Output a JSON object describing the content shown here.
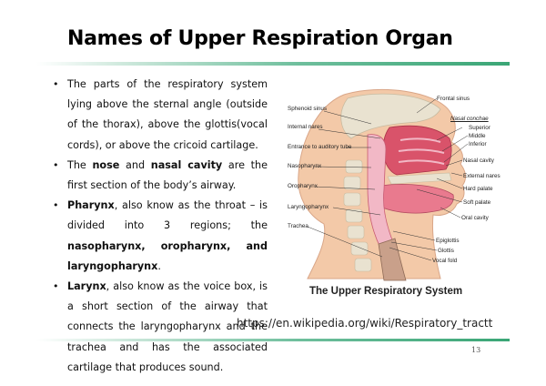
{
  "slide": {
    "title": "Names of Upper Respiration Organ",
    "page_number": "13",
    "source_url": "https://en.wikipedia.org/wiki/Respiratory_tractt"
  },
  "bullets": [
    {
      "parts": [
        {
          "t": "The parts of the respiratory system lying above the sternal angle (outside of the thorax), above the glottis(vocal cords), or above the cricoid cartilage.",
          "b": false
        }
      ]
    },
    {
      "parts": [
        {
          "t": "The ",
          "b": false
        },
        {
          "t": "nose",
          "b": true
        },
        {
          "t": " and ",
          "b": false
        },
        {
          "t": "nasal cavity",
          "b": true
        },
        {
          "t": " are the first section of the body’s airway.",
          "b": false
        }
      ]
    },
    {
      "parts": [
        {
          "t": "Pharynx",
          "b": true
        },
        {
          "t": ", also know as the throat – is divided into 3 regions; the ",
          "b": false
        },
        {
          "t": "nasopharynx, oropharynx, and laryngopharynx",
          "b": true
        },
        {
          "t": ".",
          "b": false
        }
      ]
    },
    {
      "parts": [
        {
          "t": "Larynx",
          "b": true
        },
        {
          "t": ", also know as the voice box, is a short section of the airway that connects the laryngopharynx and the trachea and has the associated cartilage that produces sound.",
          "b": false
        }
      ]
    }
  ],
  "figure": {
    "caption": "The Upper Respiratory System",
    "labels_left": {
      "sphenoid_sinus": "Sphenoid sinus",
      "internal_nares": "Internal nares",
      "auditory_tube": "Entrance to auditory tube",
      "nasopharynx": "Nasopharynx",
      "oropharynx": "Oropharynx",
      "laryngopharynx": "Laryngopharynx",
      "trachea": "Trachea"
    },
    "labels_right": {
      "frontal_sinus": "Frontal sinus",
      "nasal_conchae": "Nasal conchae",
      "superior": "Superior",
      "middle": "Middle",
      "inferior": "Inferior",
      "nasal_cavity": "Nasal cavity",
      "external_nares": "External nares",
      "hard_palate": "Hard palate",
      "soft_palate": "Soft palate",
      "oral_cavity": "Oral cavity",
      "epiglottis": "Epiglottis",
      "glottis": "Glottis",
      "vocal_fold": "Vocal fold"
    }
  },
  "colors": {
    "accent_green": "#3aa676",
    "skin": "#f3c9a8",
    "tissue": "#d9536a",
    "airway": "#f2b8c6",
    "bone": "#e9e2d0"
  }
}
